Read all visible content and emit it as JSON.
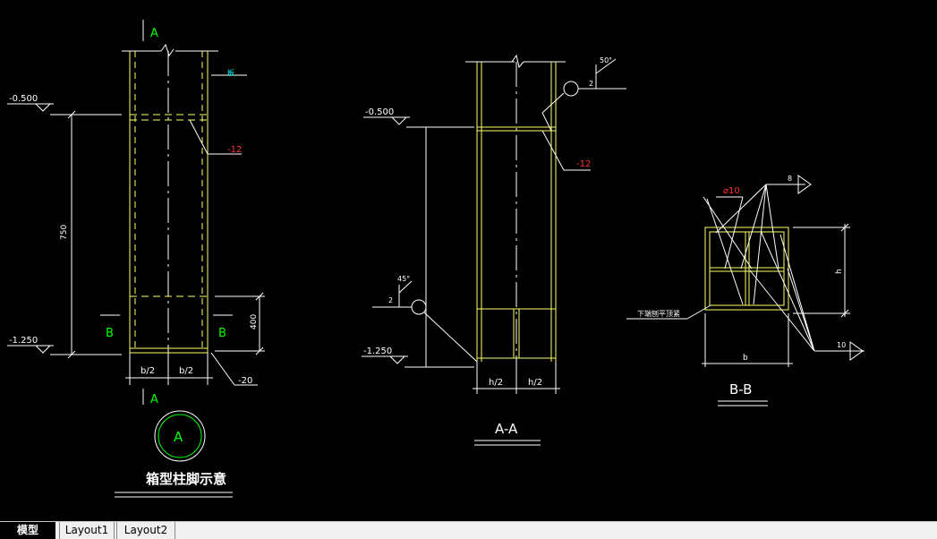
{
  "drawing": {
    "left": {
      "section_mark_top": "A",
      "section_mark_bottom": "A",
      "elev_top": "-0.500",
      "elev_bottom": "-1.250",
      "dim_height": "750",
      "dim_lower": "400",
      "dim_half_left": "b/2",
      "dim_half_right": "b/2",
      "label_plate_top": "-12",
      "label_plate_bottom": "-20",
      "side_mark_left": "B",
      "side_mark_right": "B",
      "top_note": "板",
      "circle_label": "A",
      "title": "箱型柱脚示意"
    },
    "middle": {
      "elev_top": "-0.500",
      "elev_bottom": "-1.250",
      "weld_angle_top": "50°",
      "weld_size_top": "2",
      "weld_angle_bottom": "45°",
      "weld_size_bottom": "2",
      "label_plate": "-12",
      "dim_half_left": "h/2",
      "dim_half_right": "h/2",
      "title": "A-A"
    },
    "right": {
      "label_rebar": "⌀10",
      "weld_top": "8",
      "weld_bottom": "10",
      "dim_height": "h",
      "dim_width": "b",
      "note": "下端刨平顶紧",
      "title": "B-B"
    }
  },
  "tabs": [
    {
      "label": "模型"
    },
    {
      "label": "Layout1"
    },
    {
      "label": "Layout2"
    }
  ]
}
